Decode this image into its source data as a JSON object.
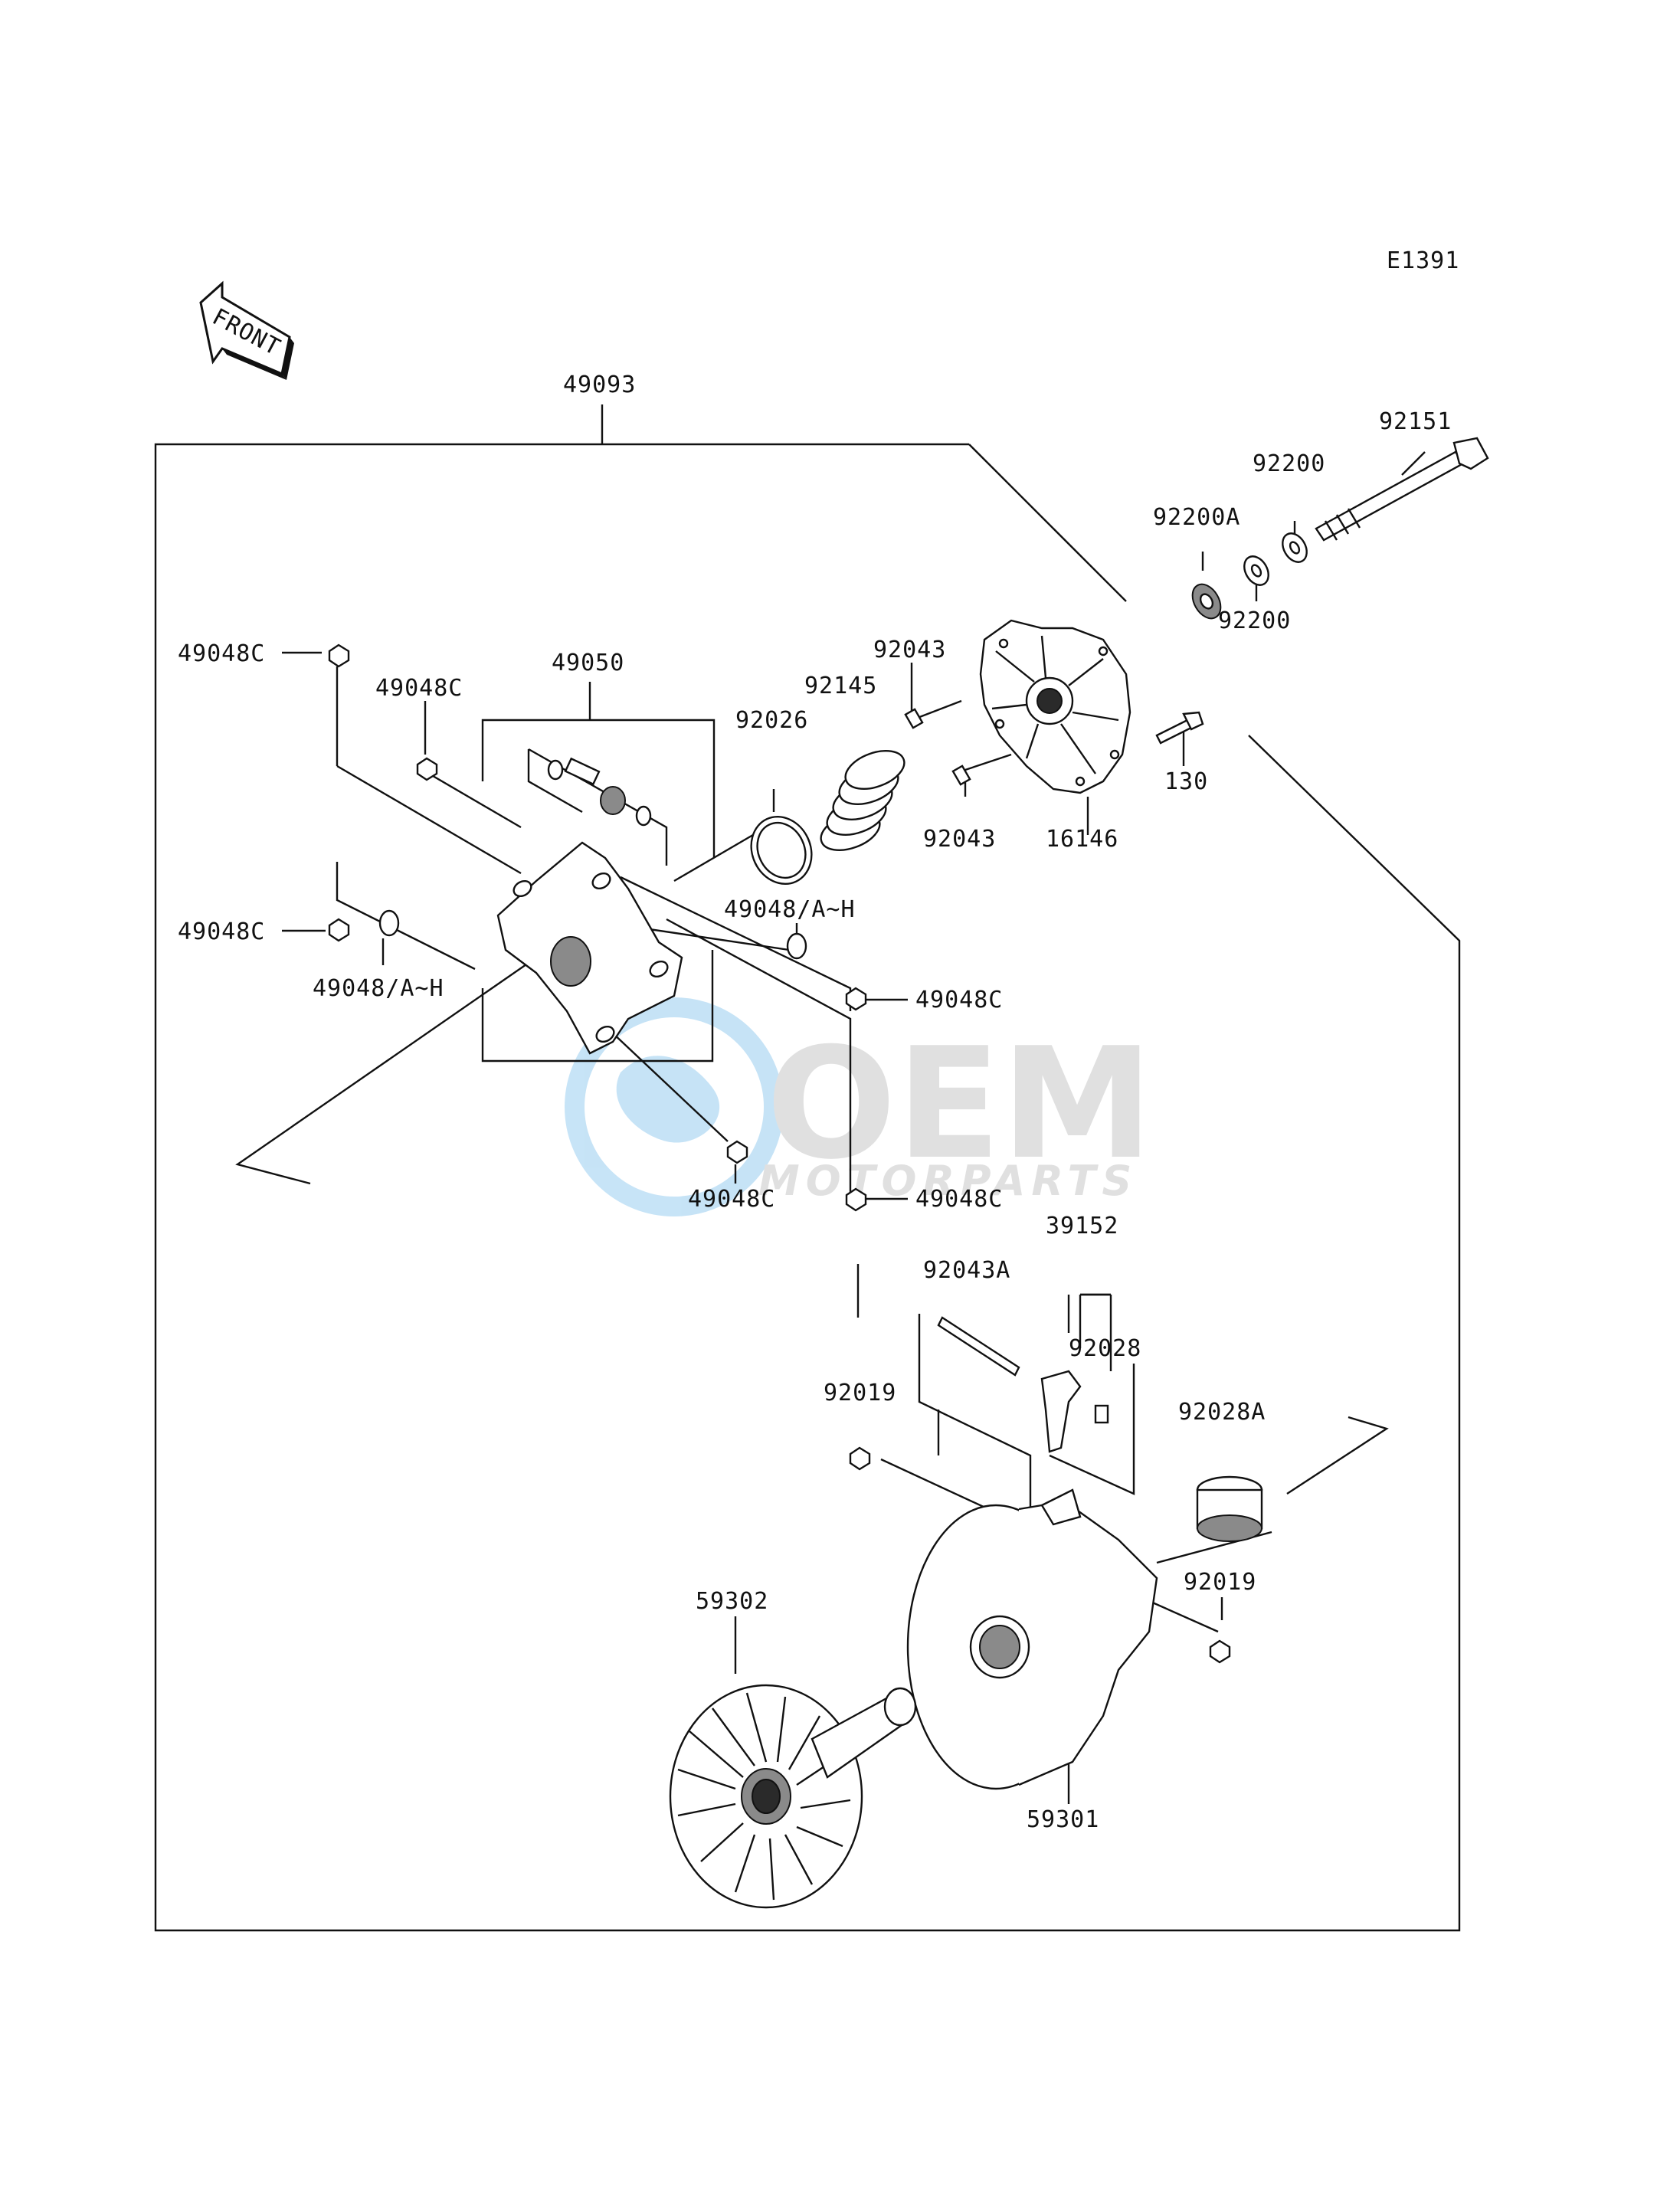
{
  "diagram_code": "E1391",
  "front_arrow": {
    "text": "FRONT",
    "icon": "front-direction-arrow-icon"
  },
  "watermark": {
    "main": "OEM",
    "sub": "MOTORPARTS"
  },
  "parts": {
    "p49093": "49093",
    "p92151": "92151",
    "p92200_top": "92200",
    "p92200A": "92200A",
    "p92200_bottom": "92200",
    "p92043_top": "92043",
    "p92043_bottom": "92043",
    "p92145": "92145",
    "p92026": "92026",
    "p16146": "16146",
    "p130": "130",
    "p49050": "49050",
    "p49048C_1": "49048C",
    "p49048C_2": "49048C",
    "p49048C_3": "49048C",
    "p49048C_4": "49048C",
    "p49048C_5": "49048C",
    "p49048C_6": "49048C",
    "p49048AH_1": "49048/A~H",
    "p49048AH_2": "49048/A~H",
    "p39152": "39152",
    "p92043A": "92043A",
    "p92028": "92028",
    "p92019_1": "92019",
    "p92028A": "92028A",
    "p92019_2": "92019",
    "p59302": "59302",
    "p59301": "59301"
  }
}
